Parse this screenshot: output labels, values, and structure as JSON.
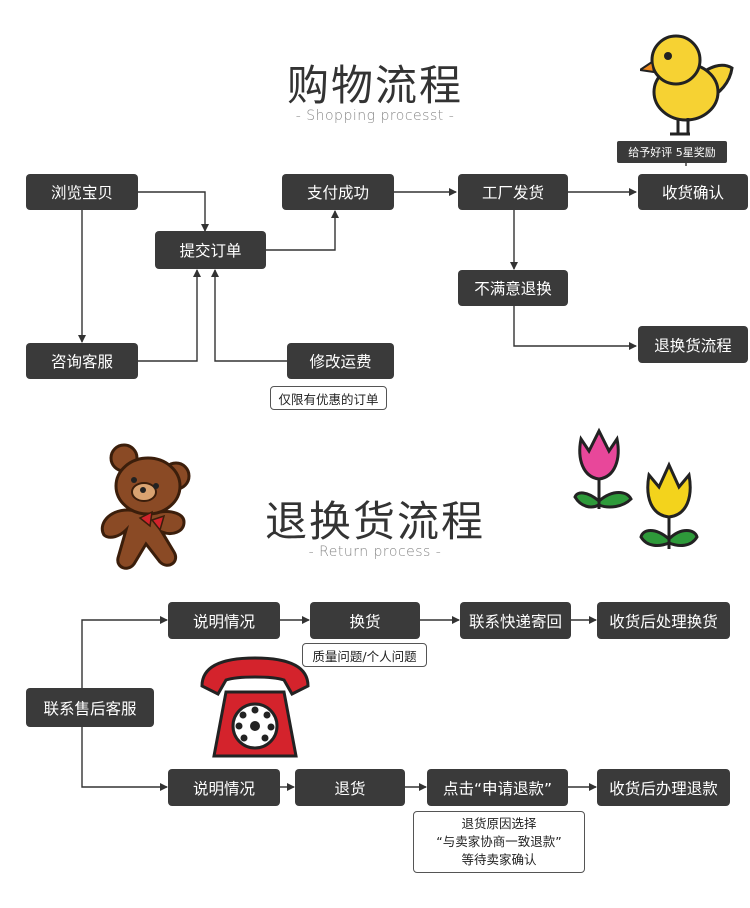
{
  "shopping": {
    "title": "购物流程",
    "subtitle": "- Shopping processt -",
    "steps": {
      "browse": "浏览宝贝",
      "consult": "咨询客服",
      "submit": "提交订单",
      "pay": "支付成功",
      "ship": "工厂发货",
      "confirm": "收货确认",
      "unsatisfied": "不满意退换",
      "return_flow": "退换货流程",
      "modify_fee": "修改运费"
    },
    "notes": {
      "fee_only": "仅限有优惠的订单",
      "rating": "给予好评 5星奖励"
    }
  },
  "returns": {
    "title": "退换货流程",
    "subtitle": "- Return process -",
    "steps": {
      "contact": "联系售后客服",
      "explain_top": "说明情况",
      "exchange": "换货",
      "express": "联系快递寄回",
      "after_exchange": "收货后处理换货",
      "explain_bottom": "说明情况",
      "refund": "退货",
      "click_apply": "点击“申请退款”",
      "after_refund": "收货后办理退款"
    },
    "notes": {
      "quality": "质量问题/个人问题",
      "refund_line1": "退货原因选择",
      "refund_line2": "“与卖家协商一致退款”",
      "refund_line3": "等待卖家确认"
    }
  },
  "colors": {
    "box": "#3a3a3a",
    "line": "#333333",
    "bird": "#f6d233",
    "bear": "#8a4a25",
    "tulip_pink": "#e8479a",
    "tulip_yellow": "#f3d31c",
    "leaf": "#2e9a3a",
    "phone": "#d4232c"
  },
  "icons": [
    "bird-icon",
    "bear-icon",
    "tulip-icon",
    "telephone-icon"
  ]
}
